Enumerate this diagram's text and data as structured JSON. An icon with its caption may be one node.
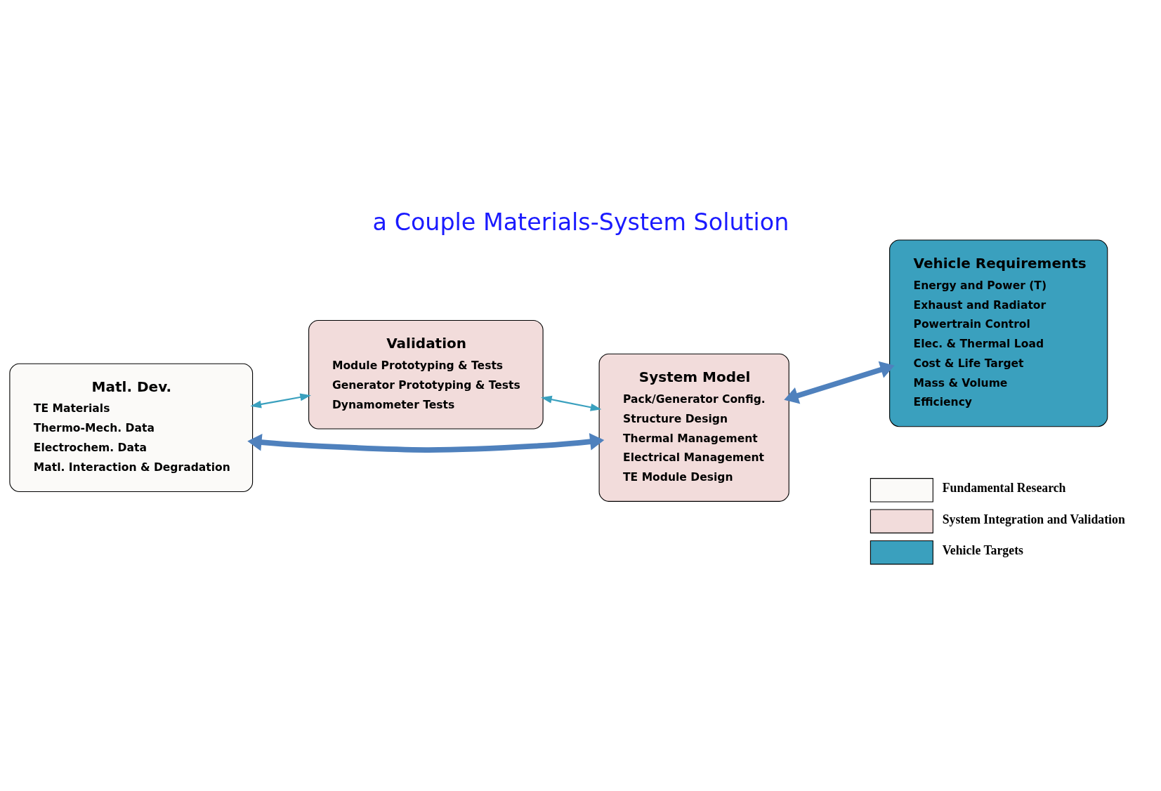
{
  "diagram": {
    "title": "a Couple Materials-System Solution",
    "nodes": [
      {
        "text": [
          "Validation",
          "Module Prototyping & Tests",
          "Generator Prototyping & Tests",
          "Dynamometer Tests"
        ]
      },
      {
        "text": [
          "System Model",
          "Pack/Generator Config.",
          "Structure Design",
          "Thermal Management",
          "Electrical Management",
          "TE Module Design"
        ]
      },
      {
        "text": [
          "Vehicle Requirements",
          "Energy and Power (T)",
          "Exhaust and Radiator",
          "Powertrain Control",
          "Elec. & Thermal Load",
          "Cost & Life Target",
          "Mass & Volume",
          "Efficiency"
        ]
      },
      {
        "text": [
          "Matl. Dev.",
          "TE Materials",
          "Thermo-Mech. Data",
          "Electrochem. Data",
          "Matl. Interaction & Degradation"
        ]
      }
    ],
    "edges": [
      {
        "from": 0,
        "to": 1,
        "arrow": "both",
        "color": "#3aa0be"
      },
      {
        "from": 3,
        "to": 0,
        "arrow": "both",
        "color": "#3aa0be"
      },
      {
        "from": 1,
        "to": 2,
        "arrow": "both",
        "style": "thick",
        "color": "#4f81bd"
      },
      {
        "from": 3,
        "to": 1,
        "arrow": "both",
        "style": "thick",
        "color": "#4f81bd"
      }
    ],
    "legend": [
      {
        "text": "Fundamental Research",
        "color": "#fbfaf8"
      },
      {
        "text": "System Integration and Validation",
        "color": "#f2dcdb"
      },
      {
        "text": "Vehicle Targets",
        "color": "#3aa0be"
      }
    ]
  }
}
